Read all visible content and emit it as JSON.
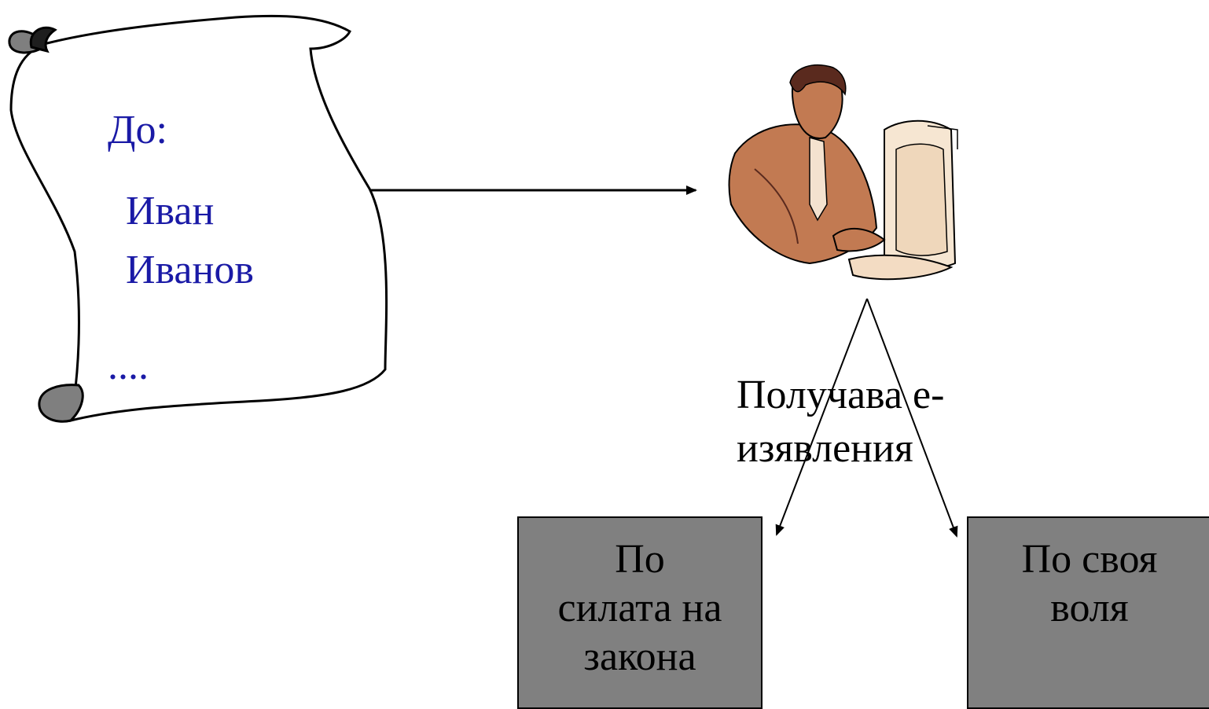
{
  "scroll": {
    "to_label": "До:",
    "name_line1": "Иван",
    "name_line2": "Иванов",
    "ellipsis": "...."
  },
  "receiver": {
    "caption_line1": "Получава е-",
    "caption_line2": "изявления"
  },
  "boxes": {
    "left": {
      "line1": "По",
      "line2": "силата на",
      "line3": "закона"
    },
    "right": {
      "line1": "По своя",
      "line2": "воля"
    }
  },
  "colors": {
    "scroll_text": "#1a1aa6",
    "box_fill": "#808080",
    "skin": "#c27a52",
    "hair": "#5a2a1e"
  }
}
